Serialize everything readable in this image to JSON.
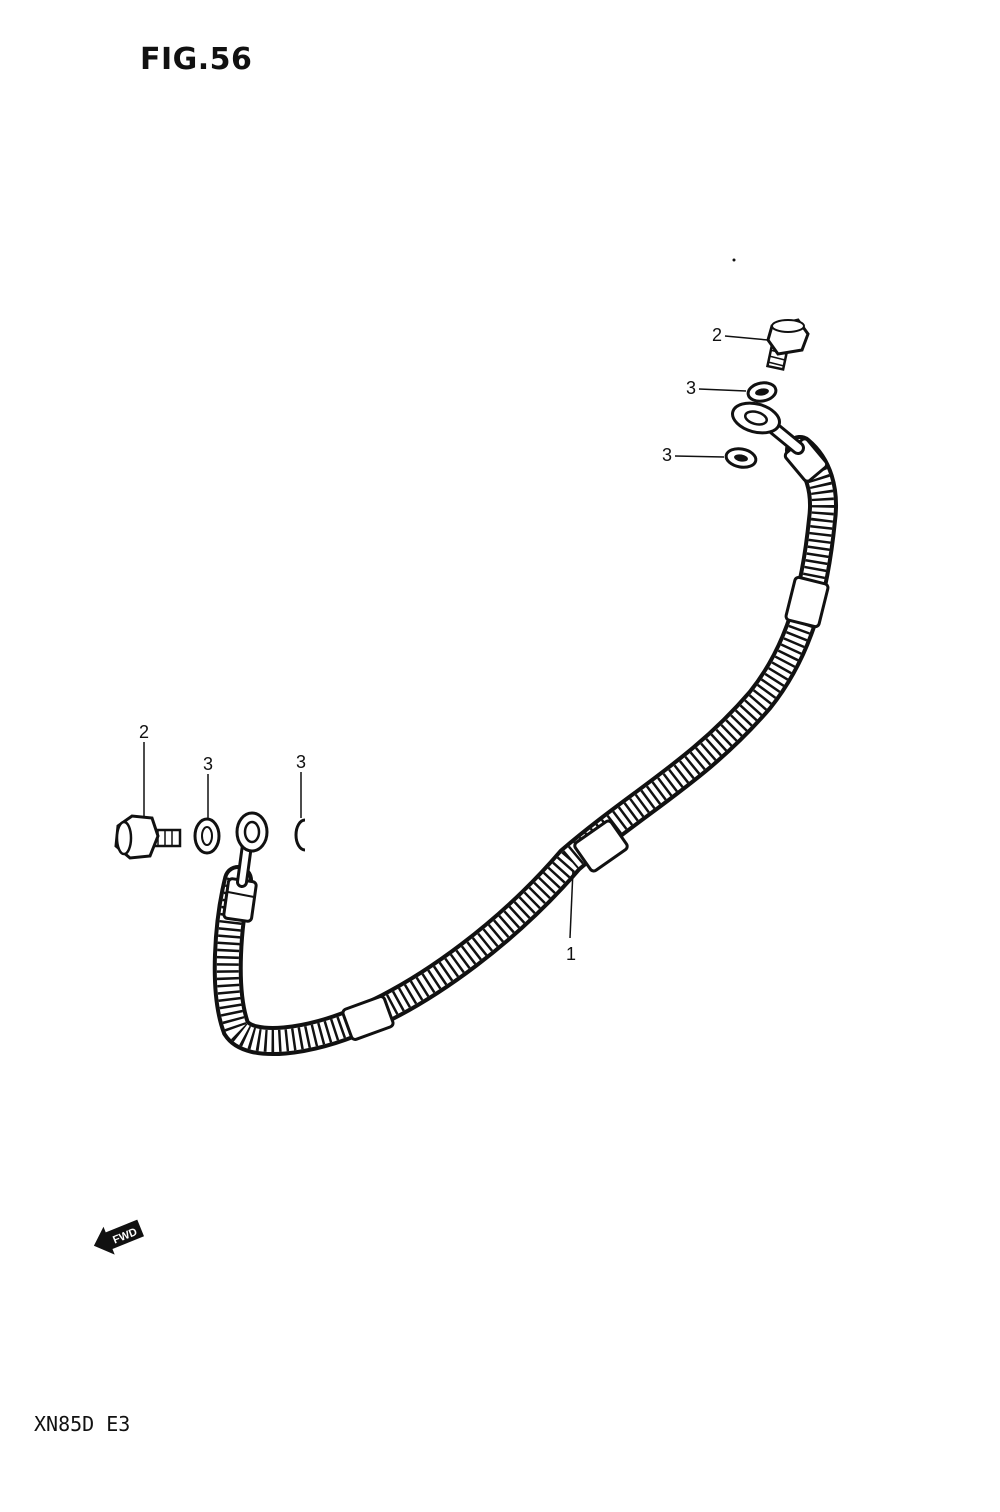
{
  "figure": {
    "title": "FIG.56"
  },
  "model": {
    "code": "XN85D E3"
  },
  "direction_marker": {
    "label": "FWD"
  },
  "callouts": [
    {
      "id": "callout-2-top",
      "number": "2"
    },
    {
      "id": "callout-3-top-upper",
      "number": "3"
    },
    {
      "id": "callout-3-top-lower",
      "number": "3"
    },
    {
      "id": "callout-2-left",
      "number": "2"
    },
    {
      "id": "callout-3-left-a",
      "number": "3"
    },
    {
      "id": "callout-3-left-b",
      "number": "3"
    },
    {
      "id": "callout-1-hose",
      "number": "1"
    }
  ],
  "parts": [
    {
      "number": "1",
      "name": "brake-hose",
      "icon": "hose-icon"
    },
    {
      "number": "2",
      "name": "union-bolt",
      "icon": "bolt-icon"
    },
    {
      "number": "3",
      "name": "gasket",
      "icon": "washer-icon"
    }
  ],
  "colors": {
    "ink": "#111111",
    "paper": "#ffffff"
  }
}
